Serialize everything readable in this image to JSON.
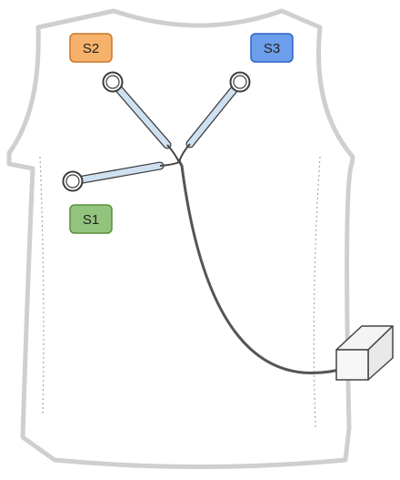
{
  "sensors": [
    {
      "id": "s1",
      "label": "S1",
      "fill": "#93c47d",
      "stroke": "#5a8f3a"
    },
    {
      "id": "s2",
      "label": "S2",
      "fill": "#f6b26b",
      "stroke": "#c8772a"
    },
    {
      "id": "s3",
      "label": "S3",
      "fill": "#6d9eeb",
      "stroke": "#2e62c8"
    }
  ],
  "colors": {
    "vest_outline": "#cfcfcf",
    "vest_fill": "#ffffff",
    "seam": "#a8a8a8",
    "tube_fill": "#cfe0f1",
    "tube_stroke": "#3c3c3c",
    "cable": "#555555",
    "box_fill": "#f4f4f4",
    "box_stroke": "#444444"
  }
}
